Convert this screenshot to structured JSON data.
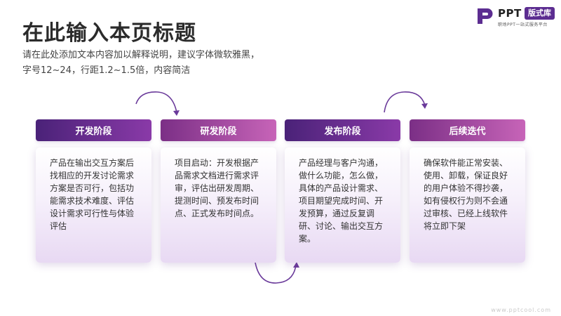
{
  "header": {
    "title": "在此输入本页标题",
    "subtitle_lines": [
      "请在此处添加文本内容加以解释说明，建议字体微软雅黑，",
      "字号12~24，行距1.2~1.5倍，内容简洁"
    ]
  },
  "logo": {
    "word": "PPT",
    "pill": "版式库",
    "tagline": "职场PPT一站式服务平台"
  },
  "stages": [
    {
      "label": "开发阶段",
      "description": "产品在输出交互方案后找相应的开发讨论需求方案是否可行，包括功能需求技术难度、评估设计需求可行性与体验评估"
    },
    {
      "label": "研发阶段",
      "description": "项目启动：开发根据产品需求文档进行需求评审，评估出研发周期、提测时间、预发布时间点、正式发布时间点。"
    },
    {
      "label": "发布阶段",
      "description": "产品经理与客户沟通，做什么功能，怎么做，具体的产品设计需求、项目期望完成时间、开发预算，通过反复调研、讨论、输出交互方案。"
    },
    {
      "label": "后续迭代",
      "description": "确保软件能正常安装、使用、卸载，保证良好的用户体验不得抄袭，如有侵权行为则不会通过审核、已经上线软件将立即下架"
    }
  ],
  "footer": {
    "url": "www.pptcool.com"
  },
  "colors": {
    "dark_purple": "#4a2278",
    "pink_purple": "#c764b8",
    "arrow": "#6a3a9a"
  }
}
